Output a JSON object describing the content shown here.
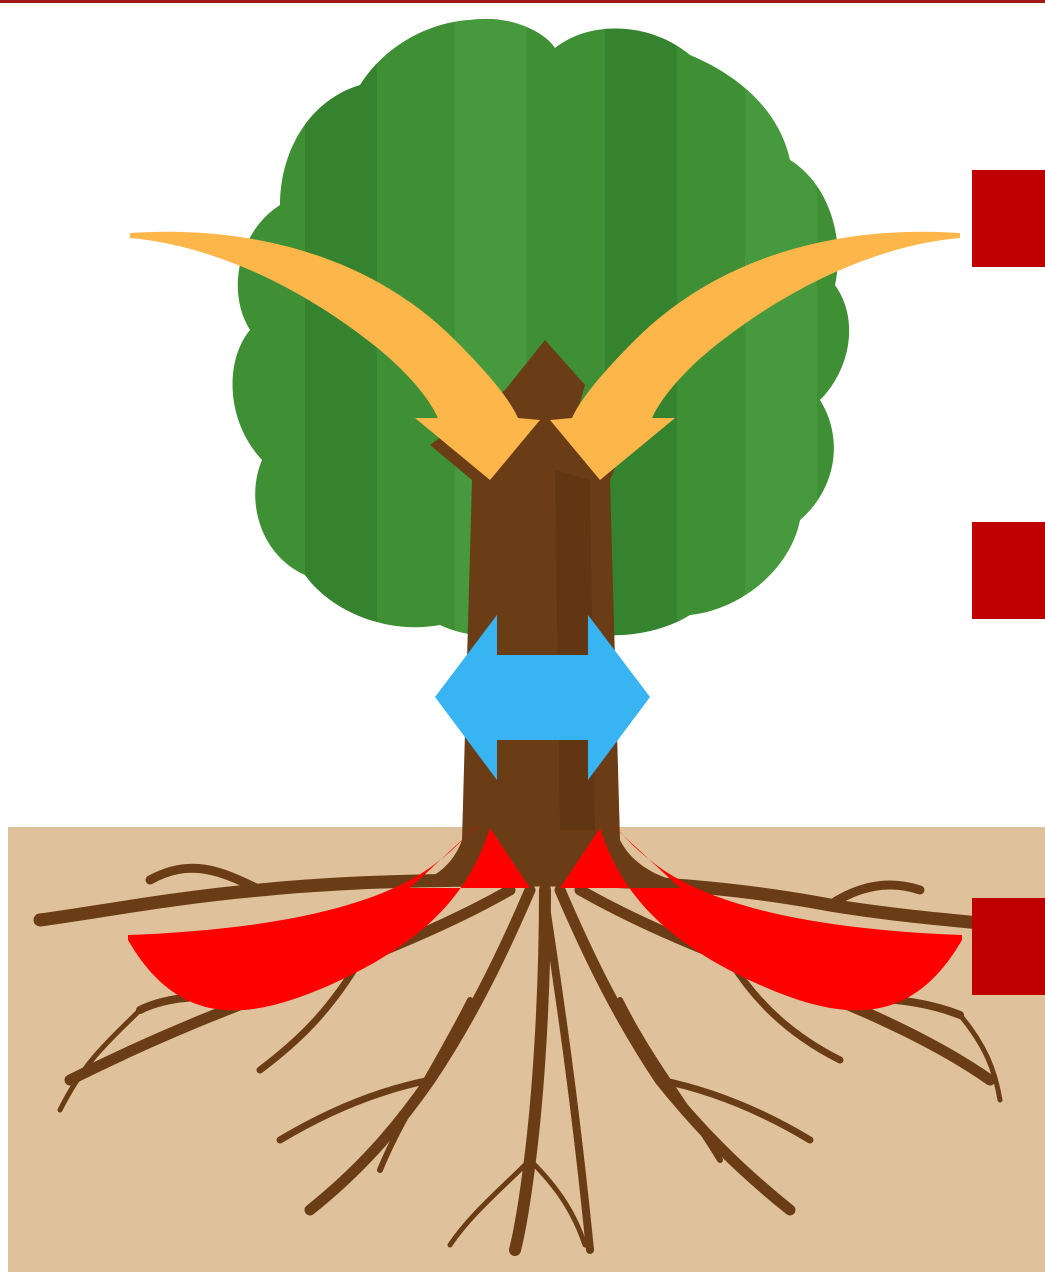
{
  "colors": {
    "top_rule": "#a01818",
    "soil": "#dfc29b",
    "foliage": "#3f8f35",
    "foliage_dark": "#2f7a2a",
    "foliage_light": "#4fa343",
    "trunk": "#6b3d16",
    "trunk_dark": "#5a3210",
    "root": "#6b3d16",
    "arrow_sunlight": "#fdb64a",
    "arrow_transport": "#38b4f2",
    "arrow_water": "#ff0000",
    "marker": "#c00000"
  },
  "markers": [
    {
      "name": "marker-upper",
      "color": "#c00000"
    },
    {
      "name": "marker-middle",
      "color": "#c00000"
    },
    {
      "name": "marker-lower",
      "color": "#c00000"
    }
  ]
}
